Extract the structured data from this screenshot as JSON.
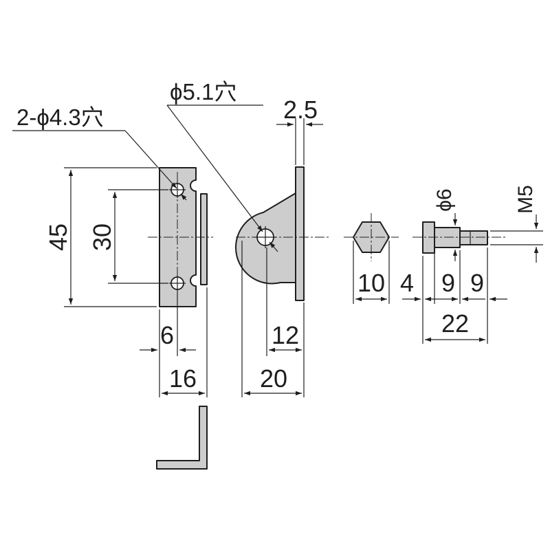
{
  "callouts": {
    "small_holes": "2-ϕ4.3穴",
    "large_hole": "ϕ5.1穴"
  },
  "dimensions": {
    "height_45": "45",
    "pitch_30": "30",
    "offset_6": "6",
    "width_16": "16",
    "width_20": "20",
    "depth_12": "12",
    "thickness_2_5": "2.5",
    "hex_10": "10",
    "head_4": "4",
    "shank_9a": "9",
    "thread_9b": "9",
    "total_22": "22",
    "shank_dia": "ϕ6",
    "thread_size": "M5"
  },
  "colors": {
    "part_fill": "#cdcdcd",
    "line": "#1e1e1e",
    "background": "#ffffff"
  }
}
